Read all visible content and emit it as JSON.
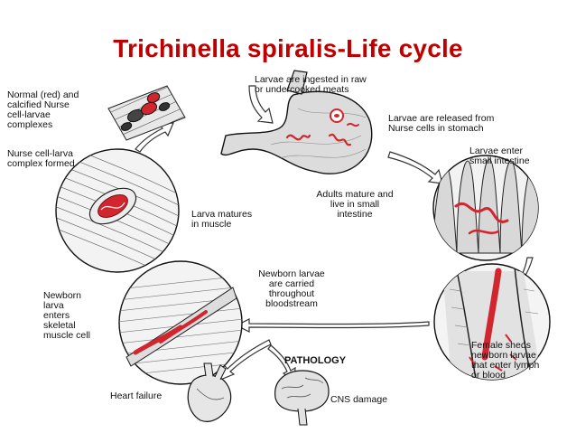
{
  "title": "Trichinella spiralis-Life cycle",
  "labels": {
    "normal_calcified": "Normal (red) and\ncalcified Nurse\ncell-larvae\ncomplexes",
    "ingested": "Larvae are ingested in raw\nor undercooked meats",
    "released": "Larvae are released from\nNurse cells in stomach",
    "nurse_cell_formed": "Nurse cell-larva\ncomplex formed",
    "enter_small_intestine": "Larvae enter\nsmall intestine",
    "adults_mature": "Adults mature and\nlive in small\nintestine",
    "larva_matures": "Larva matures\nin muscle",
    "newborn_carried": "Newborn larvae\nare carried\nthroughout\nbloodstream",
    "newborn_enters": "Newborn\nlarva\nenters\nskeletal\nmuscle cell",
    "female_sheds": "Female sheds\nnewborn larvae\nthat enter lymph\nor blood",
    "pathology": "PATHOLOGY",
    "heart_failure": "Heart failure",
    "cns_damage": "CNS damage"
  },
  "colors": {
    "title": "#c00000",
    "parasite": "#d2262e",
    "line": "#222222",
    "arrow_fill": "#ffffff"
  }
}
